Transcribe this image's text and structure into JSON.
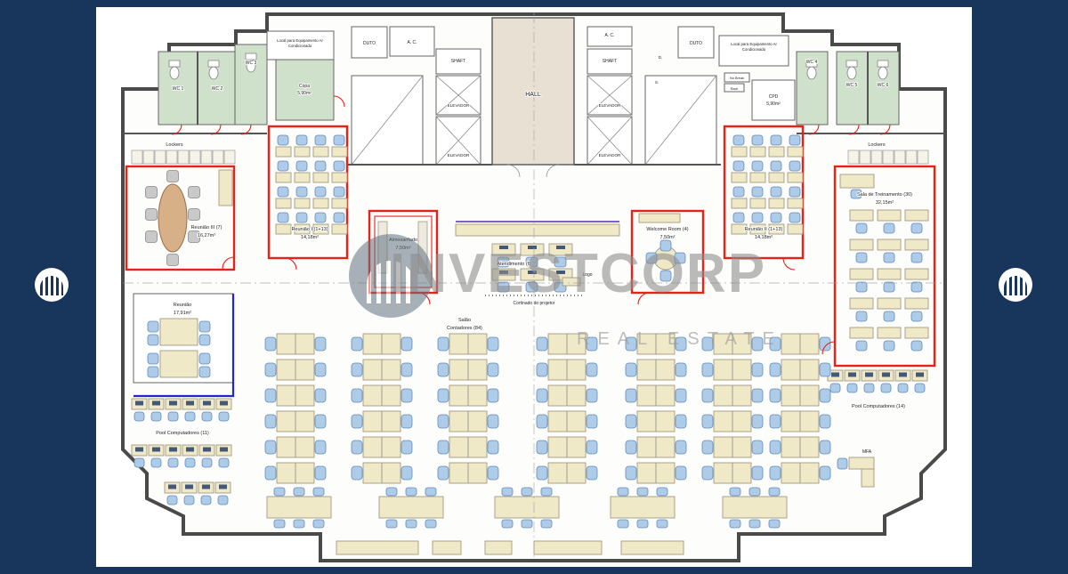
{
  "watermark": {
    "brand": "INVESTCORP",
    "tagline": "REAL ESTATE"
  },
  "core": {
    "wc1": "WC 1",
    "wc2": "WC 2",
    "wc3": "WC 3",
    "wc4": "WC 4",
    "wc5": "WC 5",
    "wc6": "WC 6",
    "local_ar_line1": "Local para Equipamento Ar",
    "local_ar_line2": "Condicionado",
    "copa": "Copa",
    "copa_area": "5,90m²",
    "duto": "DUTO",
    "ac": "A. C.",
    "shaft": "SHAFT",
    "elevador": "ELEVADOR",
    "hall": "HALL",
    "cpd": "CPD",
    "cpd_area": "5,90m²",
    "no_break": "No Break",
    "rack": "Rack",
    "stair_d": "D.",
    "stair_s": "S."
  },
  "rooms": {
    "lockers": "Lockers",
    "reuniao3": "Reunião III (7)",
    "reuniao3_area": "16,27m²",
    "reuniao1": "Reunião I (1+13)",
    "reuniao1_area": "14,18m²",
    "reuniao2": "Reunião II (1+13)",
    "reuniao2_area": "14,18m²",
    "reuniao": "Reunião",
    "reuniao_area": "17,91m²",
    "almoxarifado": "Almoxarifado",
    "almoxarifado_area": "7,50m²",
    "atendimento": "Atendimento (6)",
    "logo": "Logo",
    "welcome": "Welcome Room (4)",
    "welcome_area": "7,50m²",
    "treinamento": "Sala de Treinamento (30)",
    "treinamento_area": "32,15m²",
    "salao_line1": "Salão",
    "salao_line2": "Contadores (84)",
    "cortinado": "Cortinado do projetor",
    "pool11": "Pool Computadores (11)",
    "pool14": "Pool Computadores (14)",
    "mfa": "MFA"
  },
  "colors": {
    "frame_navy": "#18365c",
    "partition_red": "#e62219",
    "partition_blue": "#2424cc",
    "chair_blue": "#aecbe8",
    "desk_beige": "#efe9c8",
    "wc_green": "#cfe0cb",
    "hall_beige": "#e9e0d4"
  }
}
